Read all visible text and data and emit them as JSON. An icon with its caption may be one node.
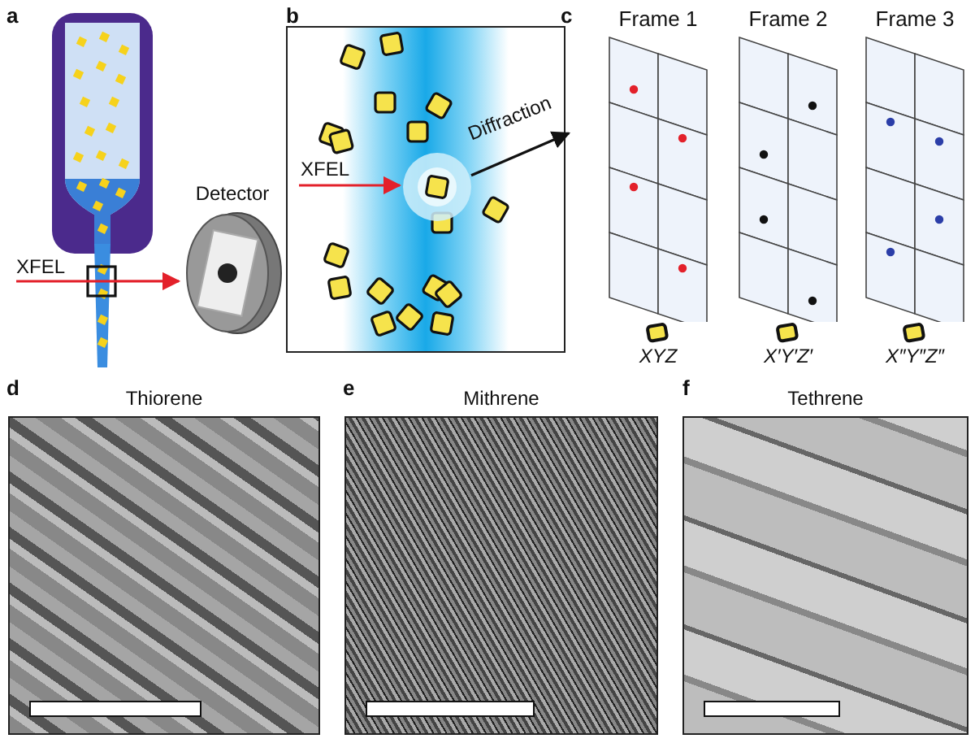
{
  "diagram": {
    "nodes": [
      {
        "text": [
          "XFEL"
        ]
      },
      {
        "text": [
          "Detector"
        ]
      },
      {
        "text": [],
        "shape": "box"
      },
      {
        "text": [
          "XFEL"
        ],
        "in": 2
      },
      {
        "text": [],
        "shape": "circle",
        "in": 2
      },
      {
        "text": [
          "Frame 1"
        ],
        "beside": [
          "XYZ"
        ]
      },
      {
        "text": [
          "Frame 2"
        ],
        "beside": [
          "X′Y′Z′"
        ]
      },
      {
        "text": [
          "Frame 3"
        ],
        "beside": [
          "X″Y″Z″"
        ]
      },
      {
        "text": [
          "Thiorene"
        ]
      },
      {
        "text": [
          "Mithrene"
        ]
      },
      {
        "text": [
          "Tethrene"
        ]
      }
    ],
    "edges": [
      {
        "from": 0,
        "to": 1,
        "arrow": "to",
        "color": "#e3202a"
      },
      {
        "from": 3,
        "to": 4,
        "arrow": "to",
        "color": "#e3202a"
      },
      {
        "from": 4,
        "to": null,
        "arrow": "to",
        "label": "Diffraction",
        "color": "#111111"
      }
    ],
    "labels": [
      "a",
      "b",
      "c",
      "d",
      "e",
      "f"
    ]
  }
}
